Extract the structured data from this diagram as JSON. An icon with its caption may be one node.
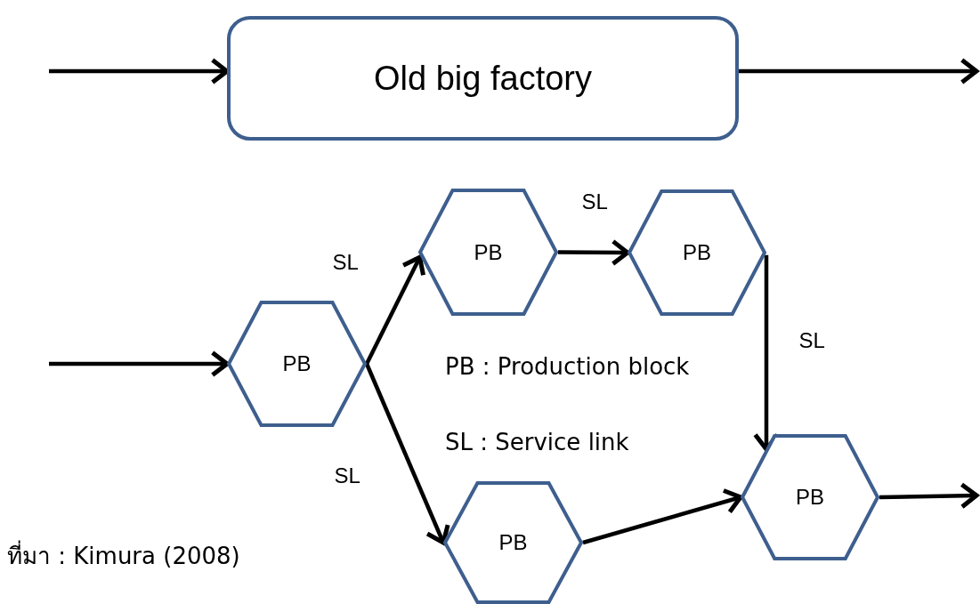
{
  "diagram": {
    "nodes": [
      {
        "text": [
          "Old big factory"
        ]
      },
      {
        "text": [
          "PB"
        ]
      },
      {
        "text": [
          "PB"
        ]
      },
      {
        "text": [
          "PB"
        ]
      },
      {
        "text": [
          "PB"
        ]
      },
      {
        "text": [
          "PB"
        ]
      }
    ],
    "edges": [
      {
        "from": null,
        "to": 0,
        "arrow": "to"
      },
      {
        "from": 0,
        "to": null,
        "arrow": "to"
      },
      {
        "from": null,
        "to": 1,
        "arrow": "to"
      },
      {
        "from": 1,
        "to": 2,
        "arrow": "to",
        "label": "SL"
      },
      {
        "from": 2,
        "to": 3,
        "arrow": "to",
        "label": "SL"
      },
      {
        "from": 1,
        "to": 4,
        "arrow": "to",
        "label": "SL"
      },
      {
        "from": 3,
        "to": 5,
        "arrow": "to",
        "label": "SL"
      },
      {
        "from": 4,
        "to": 5,
        "arrow": "to"
      },
      {
        "from": 5,
        "to": null,
        "arrow": "to"
      }
    ],
    "labels": [
      "PB : Production block",
      "SL : Service link",
      "ที่มา : Kimura (2008)"
    ]
  }
}
